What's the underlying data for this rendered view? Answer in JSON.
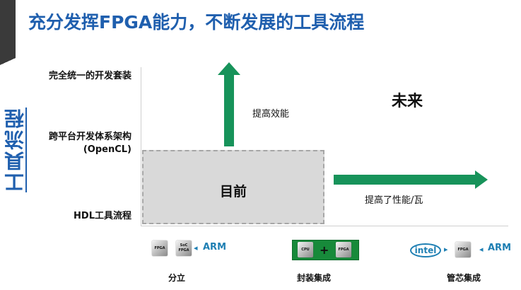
{
  "title": "充分发挥FPGA能力，不断发展的工具流程",
  "y_axis_title": "工具流程",
  "y_levels": [
    {
      "label": "完全统一的开发套装"
    },
    {
      "label": "跨平台开发体系架构\n(OpenCL)"
    },
    {
      "label": "HDL工具流程"
    }
  ],
  "quadrants": {
    "current": "目前",
    "future": "未来"
  },
  "arrows": {
    "up_note": "提高效能",
    "right_note": "提高了性能/瓦"
  },
  "bottom": {
    "discrete": {
      "label": "分立",
      "chip1": "FPGA",
      "chip2": "SoC\nFPGA",
      "arm": "ARM"
    },
    "package": {
      "label": "封装集成",
      "chip1": "CPU",
      "plus": "+",
      "chip2": "FPGA"
    },
    "die": {
      "label": "管芯集成",
      "intel": "intel",
      "chip": "FPGA",
      "arm": "ARM"
    }
  },
  "colors": {
    "title_blue": "#1f5fae",
    "arrow_green": "#17935a",
    "package_green": "#178a3a",
    "arm_blue": "#1e7fb3"
  }
}
